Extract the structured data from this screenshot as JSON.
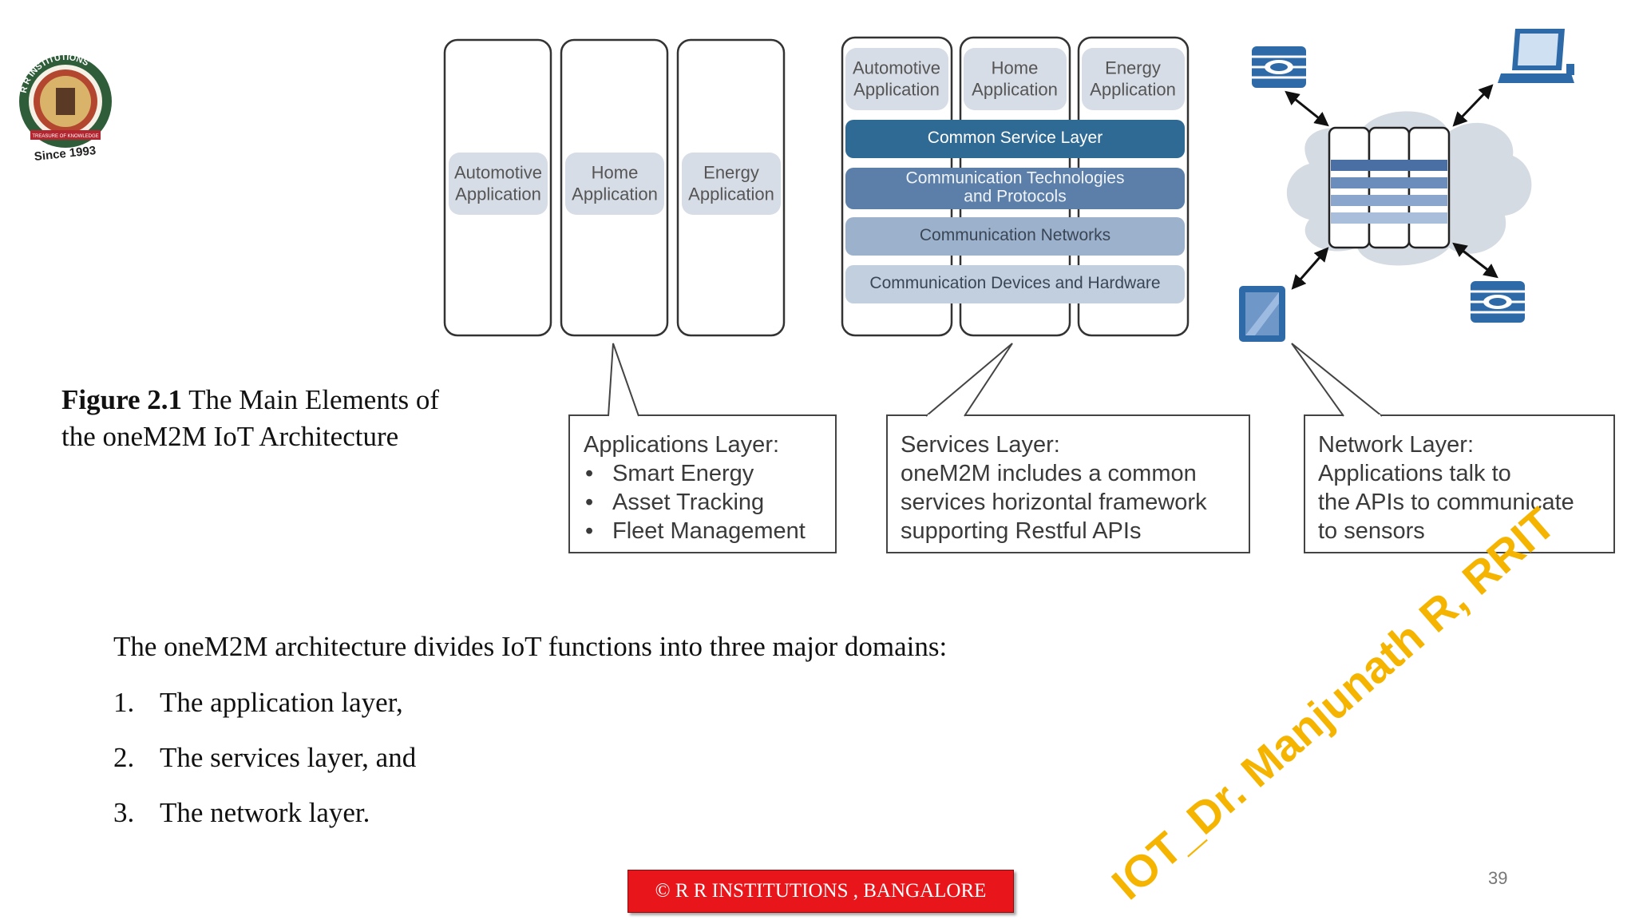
{
  "logo": {
    "arc_text": "R R INSTITUTIONS",
    "banner_text": "TREASURE OF KNOWLEDGE",
    "since_text": "Since 1993"
  },
  "caption": {
    "figure_label": "Figure 2.1",
    "line1_rest": " The Main Elements of",
    "line2": "the oneM2M IoT Architecture"
  },
  "left_stack": {
    "columns": [
      "Automotive\nApplication",
      "Home\nApplication",
      "Energy\nApplication"
    ]
  },
  "middle_stack": {
    "columns": [
      "Automotive\nApplication",
      "Home\nApplication",
      "Energy\nApplication"
    ],
    "layers": [
      {
        "label": "Common Service Layer",
        "color": "#2f6a94",
        "text_color": "#ffffff"
      },
      {
        "label": "Communication Technologies\nand Protocols",
        "color": "#5b7fa8",
        "text_color": "#f0f3f8"
      },
      {
        "label": "Communication Networks",
        "color": "#9cb1cb",
        "text_color": "#3a4655"
      },
      {
        "label": "Communication Devices and Hardware",
        "color": "#c2cfdf",
        "text_color": "#3a4655"
      }
    ]
  },
  "network_icons": [
    "firewall-icon",
    "computer-icon",
    "server-rack-icon",
    "tablet-icon",
    "firewall-icon"
  ],
  "callouts": [
    {
      "title": "Applications Layer:",
      "bullets": [
        "Smart Energy",
        "Asset Tracking",
        "Fleet Management"
      ]
    },
    {
      "title": "Services Layer:",
      "lines": [
        "oneM2M includes a common",
        "services horizontal framework",
        "supporting Restful APIs"
      ]
    },
    {
      "title": "Network Layer:",
      "lines": [
        "Applications talk to",
        "the APIs to communicate",
        "to sensors"
      ]
    }
  ],
  "body": {
    "intro": "The oneM2M architecture divides IoT functions into three major domains:",
    "items": [
      {
        "num": "1.",
        "text": "The application layer,"
      },
      {
        "num": "2.",
        "text": "The services layer, and"
      },
      {
        "num": "3.",
        "text": "The network layer."
      }
    ]
  },
  "watermark": "IOT_Dr. Manjunath R, RRIT",
  "footer": "© R R INSTITUTIONS , BANGALORE",
  "page_number": "39",
  "colors": {
    "accent_blue": "#2f6a94",
    "watermark": "#f4b400",
    "footer_red": "#e8151b"
  }
}
